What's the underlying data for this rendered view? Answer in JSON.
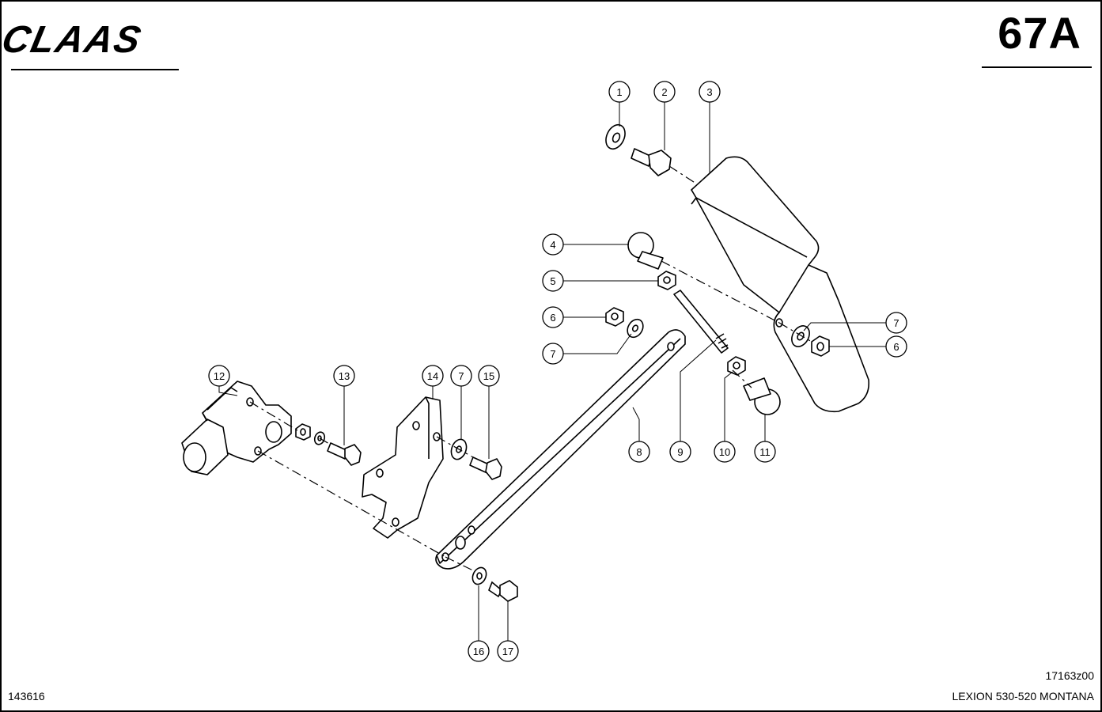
{
  "header": {
    "brand": "CLAAS",
    "page_number": "67A"
  },
  "callouts": [
    "1",
    "2",
    "3",
    "4",
    "5",
    "6",
    "7",
    "6",
    "7",
    "7",
    "8",
    "9",
    "10",
    "11",
    "12",
    "13",
    "14",
    "15",
    "16",
    "17"
  ],
  "footer": {
    "left_code": "143616",
    "drawing_code": "17163z00",
    "model": "LEXION 530-520 MONTANA"
  }
}
